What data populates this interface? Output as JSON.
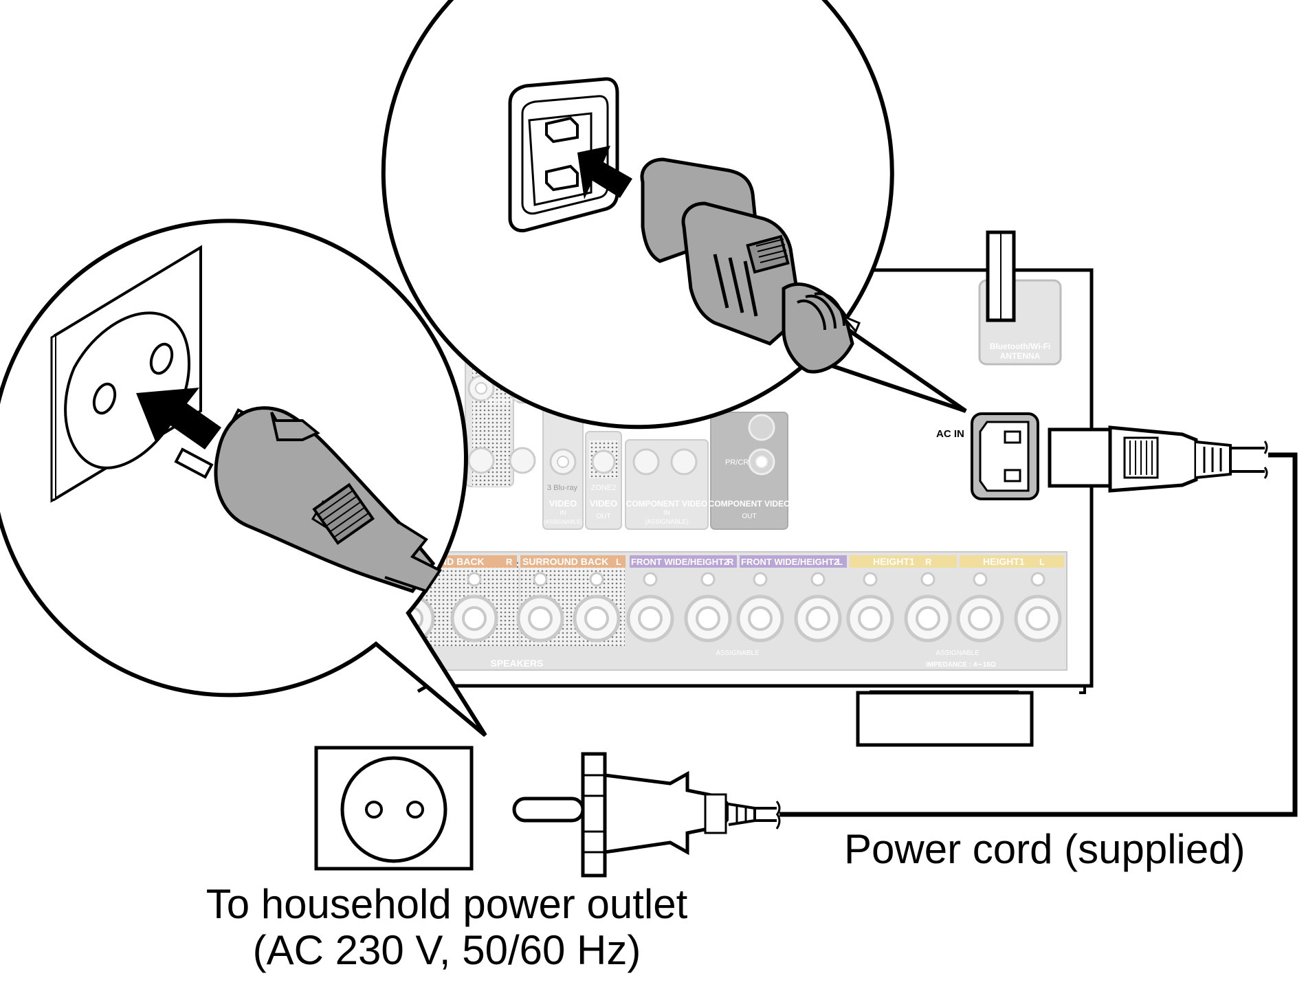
{
  "captions": {
    "outlet_line1": "To household power outlet",
    "outlet_line2": "(AC 230 V, 50/60 Hz)",
    "cord": "Power cord (supplied)"
  },
  "receiver": {
    "ac_in": "AC IN",
    "antenna_line1": "Bluetooth/Wi-Fi",
    "antenna_line2": "ANTENNA",
    "speakers": "SPEAKERS",
    "assignable": "ASSIGNABLE",
    "impedance": "IMPEDANCE : 4∼16Ω",
    "video": "VIDEO",
    "video_in": "IN",
    "video_out": "OUT",
    "assignable_paren": "(ASSIGNABLE)",
    "component_video": "COMPONENT VIDEO",
    "blu_ray": "3 Blu-ray",
    "zone2": "ZONE2",
    "pr_cr": "PR/CR",
    "height1_small": "HEIGHT1",
    "speaker_labels": [
      "ND BACK",
      "SURROUND BACK",
      "FRONT WIDE/HEIGHT2",
      "FRONT WIDE/HEIGHT2",
      "HEIGHT1",
      "HEIGHT1"
    ],
    "speaker_sides": [
      "R",
      "L",
      "R",
      "L",
      "R",
      "L"
    ]
  },
  "colors": {
    "line": "#000000",
    "panel_gray": "#bdbdbd",
    "plug_gray": "#a6a6a6",
    "surround_back_orange": "#e8b48c",
    "front_wide_purple": "#b9a6d6",
    "height1_yellow": "#f1dd9c"
  },
  "icons": [
    "arrow-right-icon",
    "wall-socket-icon",
    "plug-icon",
    "iec-inlet-icon",
    "iec-connector-icon"
  ]
}
